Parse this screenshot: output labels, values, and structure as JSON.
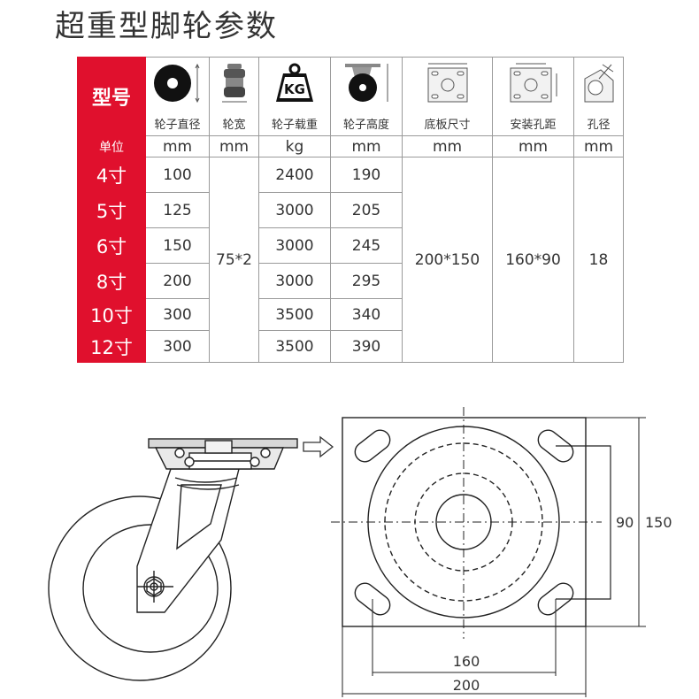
{
  "title": "超重型脚轮参数",
  "table": {
    "model_label": "型号",
    "unit_label": "单位",
    "columns": [
      {
        "name": "轮子直径",
        "unit": "mm",
        "icon": "wheel-diameter-icon"
      },
      {
        "name": "轮宽",
        "unit": "mm",
        "icon": "wheel-width-icon"
      },
      {
        "name": "轮子载重",
        "unit": "kg",
        "icon": "weight-kg-icon"
      },
      {
        "name": "轮子高度",
        "unit": "mm",
        "icon": "wheel-height-icon"
      },
      {
        "name": "底板尺寸",
        "unit": "mm",
        "icon": "base-plate-icon"
      },
      {
        "name": "安装孔距",
        "unit": "mm",
        "icon": "hole-spacing-icon"
      },
      {
        "name": "孔径",
        "unit": "mm",
        "icon": "hole-diameter-icon"
      }
    ],
    "kg_icon_text": "KG",
    "rows": [
      {
        "size": "4寸",
        "diameter": "100",
        "load": "2400",
        "height": "190"
      },
      {
        "size": "5寸",
        "diameter": "125",
        "load": "3000",
        "height": "205"
      },
      {
        "size": "6寸",
        "diameter": "150",
        "load": "3000",
        "height": "245"
      },
      {
        "size": "8寸",
        "diameter": "200",
        "load": "3000",
        "height": "295"
      },
      {
        "size": "10寸",
        "diameter": "300",
        "load": "3500",
        "height": "340"
      },
      {
        "size": "12寸",
        "diameter": "300",
        "load": "3500",
        "height": "390"
      }
    ],
    "shared": {
      "width": "75*2",
      "base_plate": "200*150",
      "hole_spacing": "160*90",
      "hole_diameter": "18"
    }
  },
  "drawing": {
    "dim_90": "90",
    "dim_150": "150",
    "dim_160": "160",
    "dim_200": "200"
  },
  "colors": {
    "accent_red": "#e0102d",
    "line": "#222222",
    "grid": "#9a9a9a"
  }
}
